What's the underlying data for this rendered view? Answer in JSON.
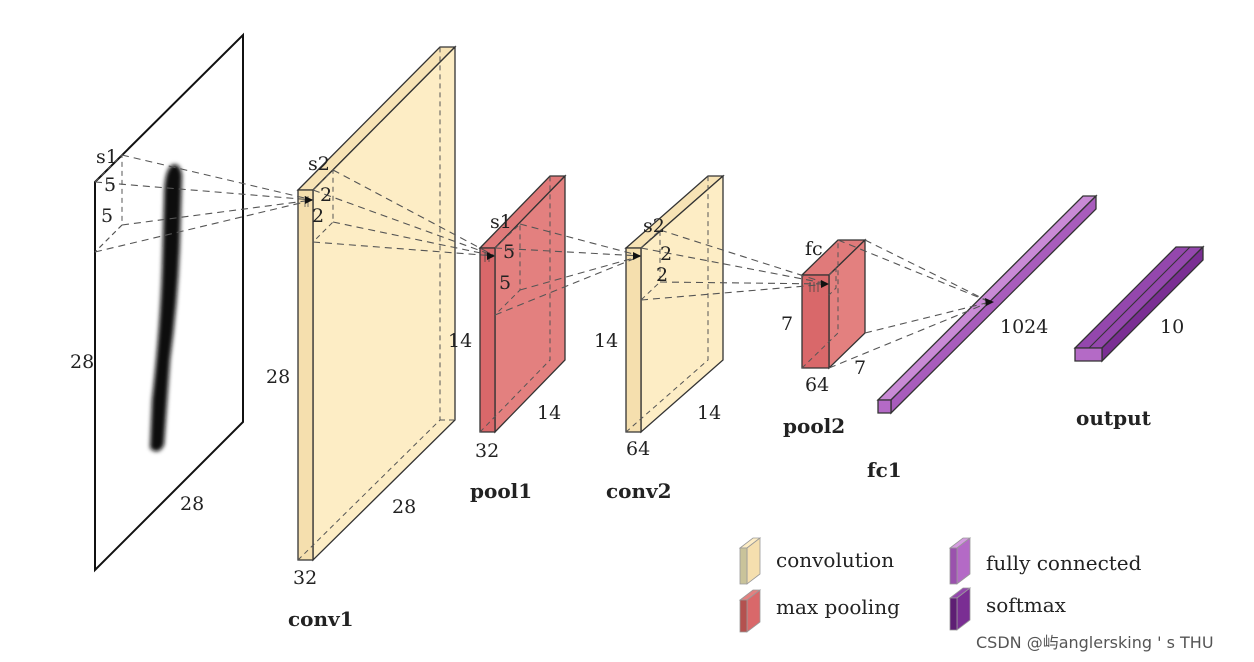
{
  "input": {
    "height_label": "28",
    "width_label": "28",
    "stride_label": "s1",
    "kernel_h": "5",
    "kernel_w": "5"
  },
  "conv1": {
    "name": "conv1",
    "height_label": "28",
    "width_label": "28",
    "depth_label": "32",
    "stride_label": "s2",
    "kernel_h": "2",
    "kernel_w": "2"
  },
  "pool1": {
    "name": "pool1",
    "height_label": "14",
    "width_label": "14",
    "depth_label": "32",
    "stride_label": "s1",
    "kernel_h": "5",
    "kernel_w": "5"
  },
  "conv2": {
    "name": "conv2",
    "height_label": "14",
    "width_label": "14",
    "depth_label": "64",
    "stride_label": "s2",
    "kernel_h": "2",
    "kernel_w": "2"
  },
  "pool2": {
    "name": "pool2",
    "height_label": "7",
    "width_label": "7",
    "depth_label": "64",
    "fc_label": "fc"
  },
  "fc1": {
    "name": "fc1",
    "size_label": "1024"
  },
  "output": {
    "name": "output",
    "size_label": "10"
  },
  "legend": {
    "convolution": "convolution",
    "max_pooling": "max pooling",
    "fully_connected": "fully connected",
    "softmax": "softmax"
  },
  "watermark": "CSDN @屿anglersking ' s THU",
  "colors": {
    "convolution_front": "#f5dfae",
    "convolution_side": "#fdedc5",
    "pooling_front": "#d9686a",
    "pooling_side": "#e3807f",
    "fc_front": "#b46ac6",
    "fc_side": "#c98ad6",
    "softmax_front": "#7a2e93",
    "softmax_side": "#9447ad"
  }
}
